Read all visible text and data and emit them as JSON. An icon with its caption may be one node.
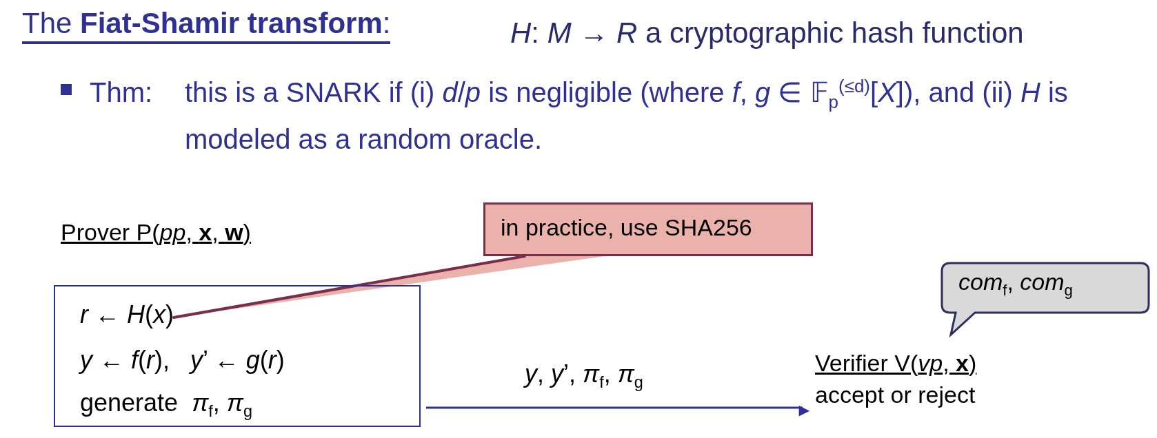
{
  "diagram": {
    "title": "The **Fiat-Shamir transform**:",
    "nodes": [
      {
        "text": [
          "Prover P(*pp*, **x**, **w**)",
          "*y* ← *f*(*r*),   *y*’ ← *g*(*r*)",
          "generate  *π*$_{f}$, *π*$_{g}$"
        ]
      },
      {
        "text": [
          "*r* ← *H*(*x*)"
        ],
        "in": 0
      },
      {
        "text": [
          "in practice, use SHA256"
        ]
      },
      {
        "text": [
          "Verifier V(*vp*, **x**)",
          "accept or reject"
        ]
      },
      {
        "text": [
          "*com*$_{f}$, *com*$_{g}$"
        ]
      }
    ],
    "edges": [
      {
        "from": 0,
        "to": 3,
        "arrow": "to",
        "label": "*y*, *y*’, *π*$_{f}$, *π*$_{g}$"
      },
      {
        "from": 2,
        "to": 1,
        "arrow": "none"
      }
    ],
    "labels": [
      "*H*: *M* → *R*  a cryptographic hash function",
      "Thm:",
      "this is a SNARK if  (i) *d*/*p* is negligible (where *f*, *g* ∈ 𝔽$_{p}$$^{(≤d)}$[*X*]), and (ii) *H* is modeled as a random oracle."
    ]
  }
}
